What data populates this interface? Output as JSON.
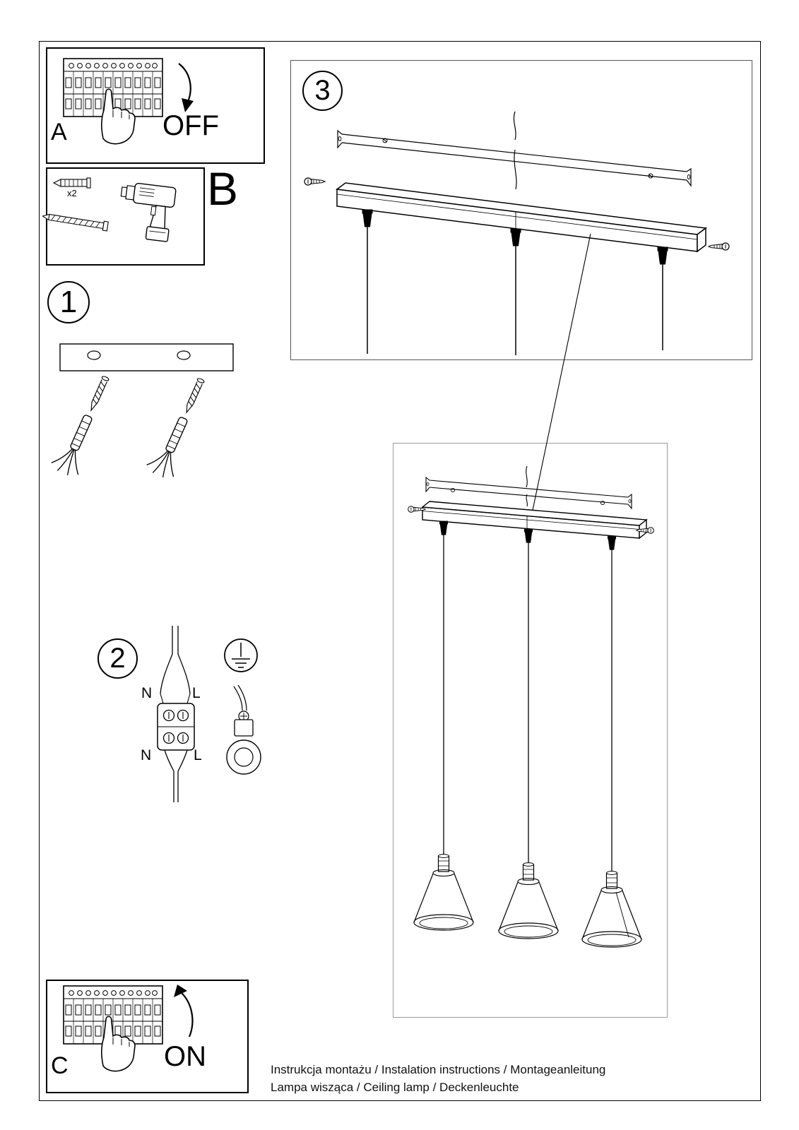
{
  "steps": {
    "a": {
      "label": "A",
      "action": "OFF"
    },
    "b": {
      "label": "B",
      "anchor_count": "x2"
    },
    "step1": {
      "number": "1"
    },
    "step2": {
      "number": "2",
      "wire_labels": {
        "top_left": "N",
        "top_right": "L",
        "bottom_left": "N",
        "bottom_right": "L"
      }
    },
    "step3": {
      "number": "3"
    },
    "c": {
      "label": "C",
      "action": "ON"
    }
  },
  "footer": {
    "line1": "Instrukcja montażu / Instalation instructions / Montageanleitung",
    "line2": "Lampa wisząca / Ceiling lamp / Deckenleuchte"
  },
  "icons": {
    "step_a": [
      "circuit-breaker-panel-icon",
      "pointing-hand-icon",
      "arrow-down-icon"
    ],
    "step_b": [
      "wall-plug-anchor-icon",
      "screw-icon",
      "drill-icon"
    ],
    "step_1": [
      "mounting-bracket-icon",
      "wall-anchor-icon"
    ],
    "step_2": [
      "terminal-block-icon",
      "earth-ground-icon",
      "ring-terminal-icon"
    ],
    "step_3": [
      "ceiling-rail-icon",
      "cord-grip-icon",
      "pendant-lamp-icon"
    ],
    "step_c": [
      "circuit-breaker-panel-icon",
      "pointing-hand-icon",
      "arrow-up-icon"
    ]
  },
  "colors": {
    "line": "#000000",
    "background": "#ffffff",
    "detail_box_border": "#9a9a9a"
  }
}
